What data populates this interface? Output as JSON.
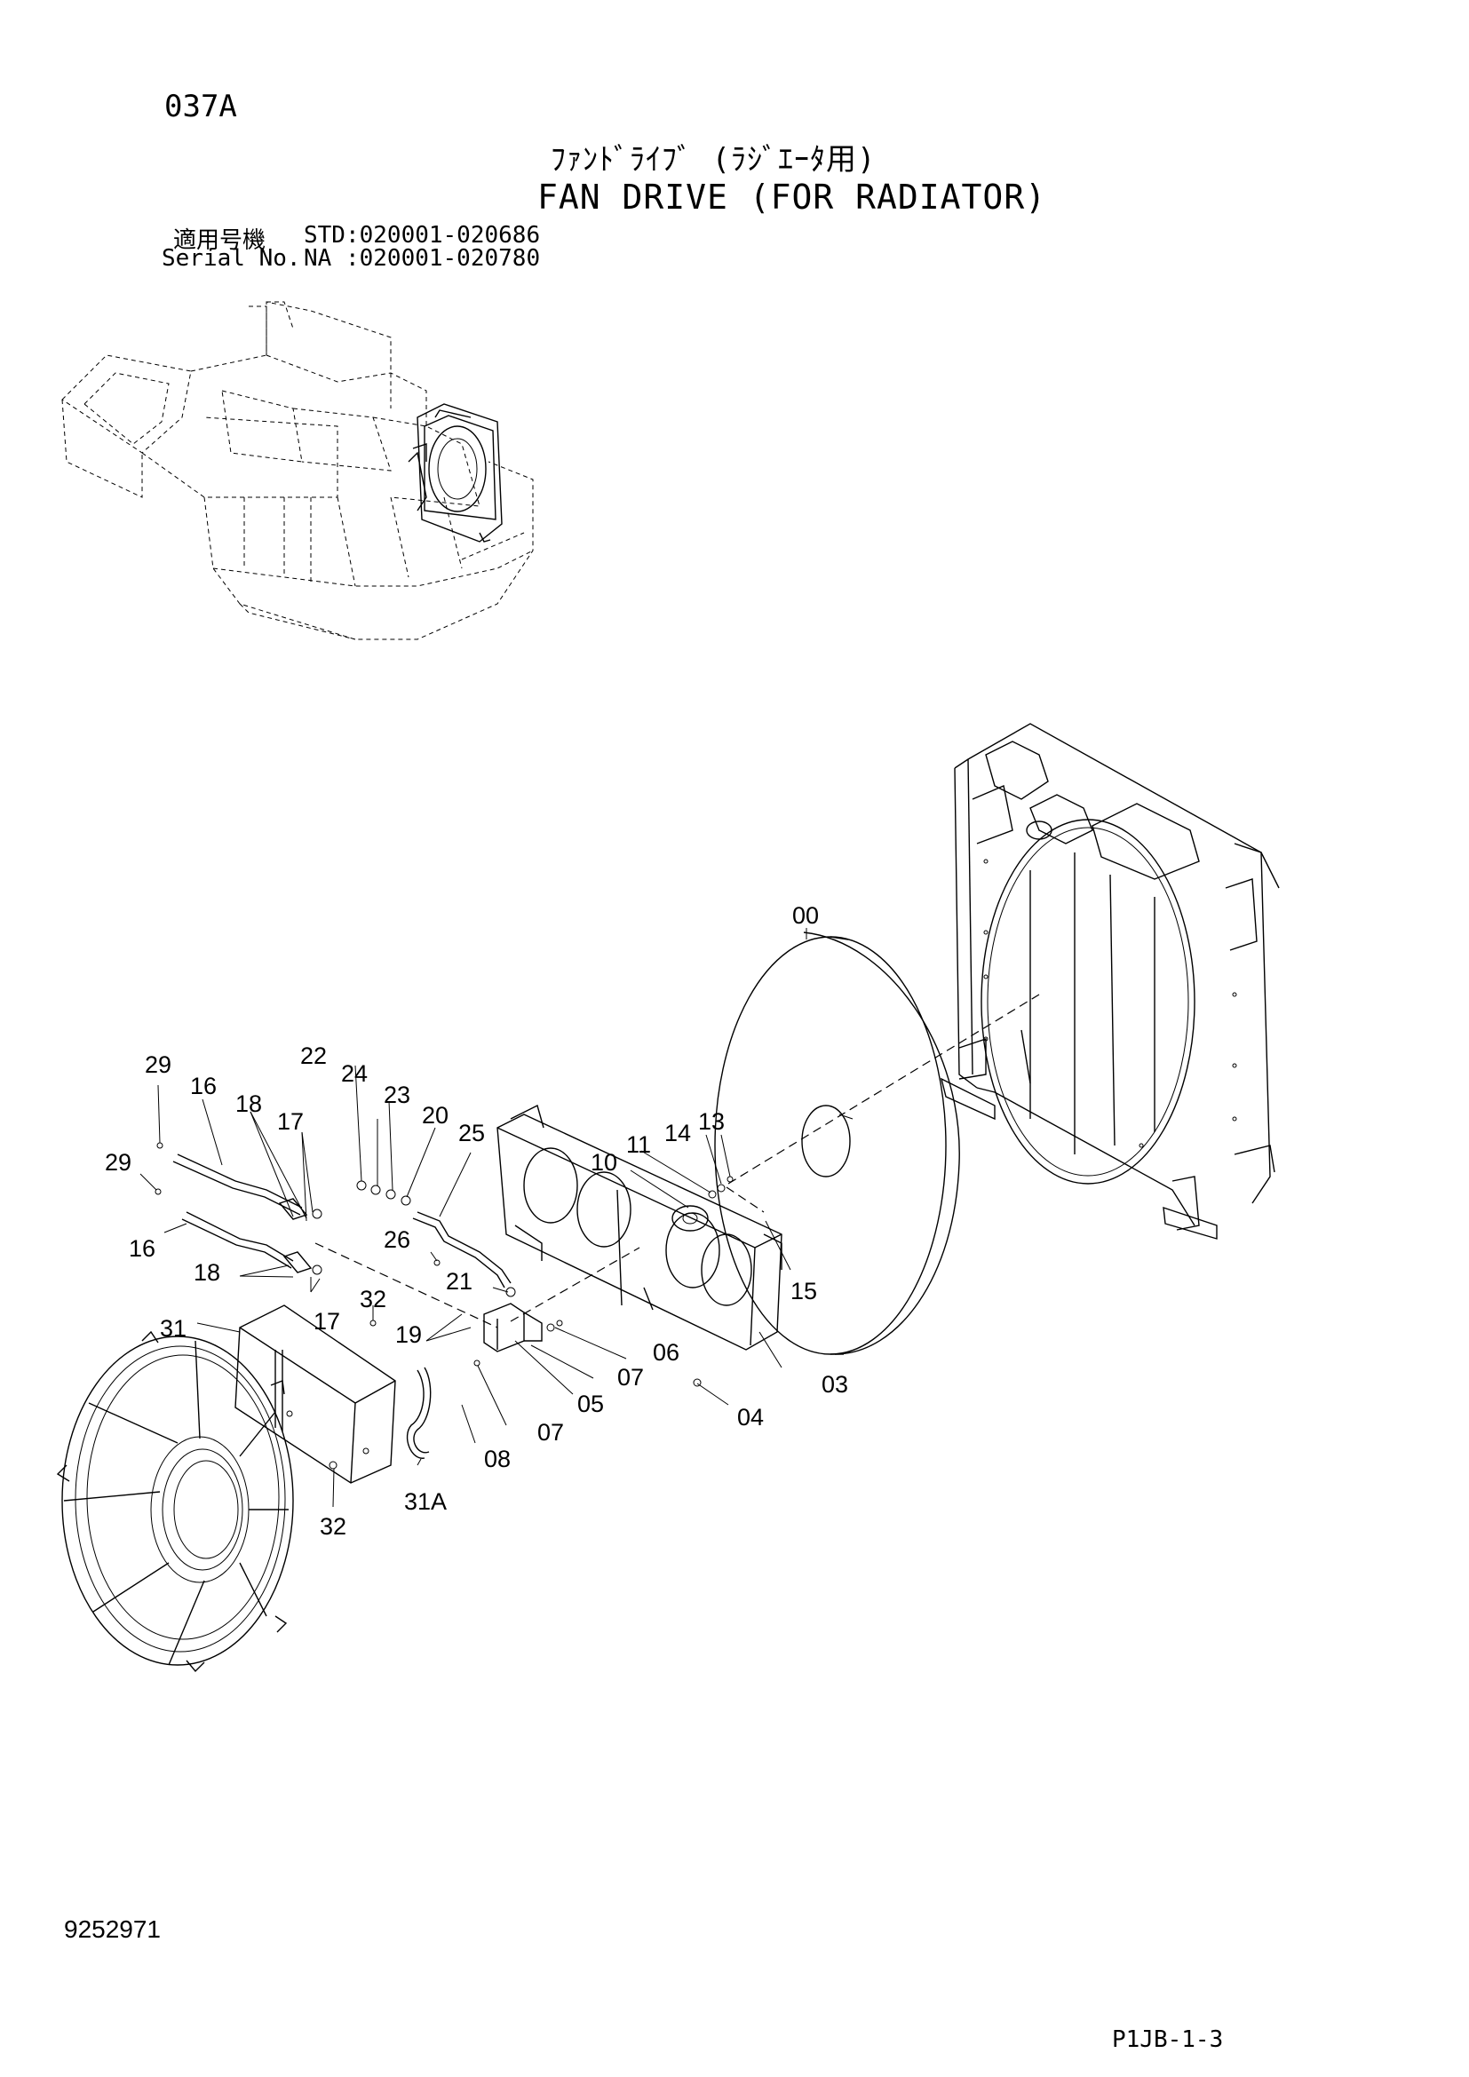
{
  "header": {
    "page_code": "037A",
    "title_jp": "ﾌｧﾝﾄﾞﾗｲﾌﾞ (ﾗｼﾞｴｰﾀ用)",
    "title_en": "FAN DRIVE (FOR RADIATOR)",
    "serial_label_jp": "適用号機",
    "serial_label_en": "Serial No.",
    "serial_std": "STD:020001-020686",
    "serial_na": "NA :020001-020780"
  },
  "callouts": [
    {
      "id": "00",
      "label": "00"
    },
    {
      "id": "03",
      "label": "03"
    },
    {
      "id": "04",
      "label": "04"
    },
    {
      "id": "05",
      "label": "05"
    },
    {
      "id": "06",
      "label": "06"
    },
    {
      "id": "07a",
      "label": "07"
    },
    {
      "id": "07b",
      "label": "07"
    },
    {
      "id": "08",
      "label": "08"
    },
    {
      "id": "10",
      "label": "10"
    },
    {
      "id": "11",
      "label": "11"
    },
    {
      "id": "13",
      "label": "13"
    },
    {
      "id": "14",
      "label": "14"
    },
    {
      "id": "15",
      "label": "15"
    },
    {
      "id": "16a",
      "label": "16"
    },
    {
      "id": "16b",
      "label": "16"
    },
    {
      "id": "17a",
      "label": "17"
    },
    {
      "id": "17b",
      "label": "17"
    },
    {
      "id": "18a",
      "label": "18"
    },
    {
      "id": "18b",
      "label": "18"
    },
    {
      "id": "19",
      "label": "19"
    },
    {
      "id": "20",
      "label": "20"
    },
    {
      "id": "21",
      "label": "21"
    },
    {
      "id": "22",
      "label": "22"
    },
    {
      "id": "23",
      "label": "23"
    },
    {
      "id": "24",
      "label": "24"
    },
    {
      "id": "25",
      "label": "25"
    },
    {
      "id": "26",
      "label": "26"
    },
    {
      "id": "29a",
      "label": "29"
    },
    {
      "id": "29b",
      "label": "29"
    },
    {
      "id": "31",
      "label": "31"
    },
    {
      "id": "31A",
      "label": "31A"
    },
    {
      "id": "32a",
      "label": "32"
    },
    {
      "id": "32b",
      "label": "32"
    }
  ],
  "footer": {
    "doc_number": "9252971",
    "page_ref": "P1JB-1-3"
  }
}
